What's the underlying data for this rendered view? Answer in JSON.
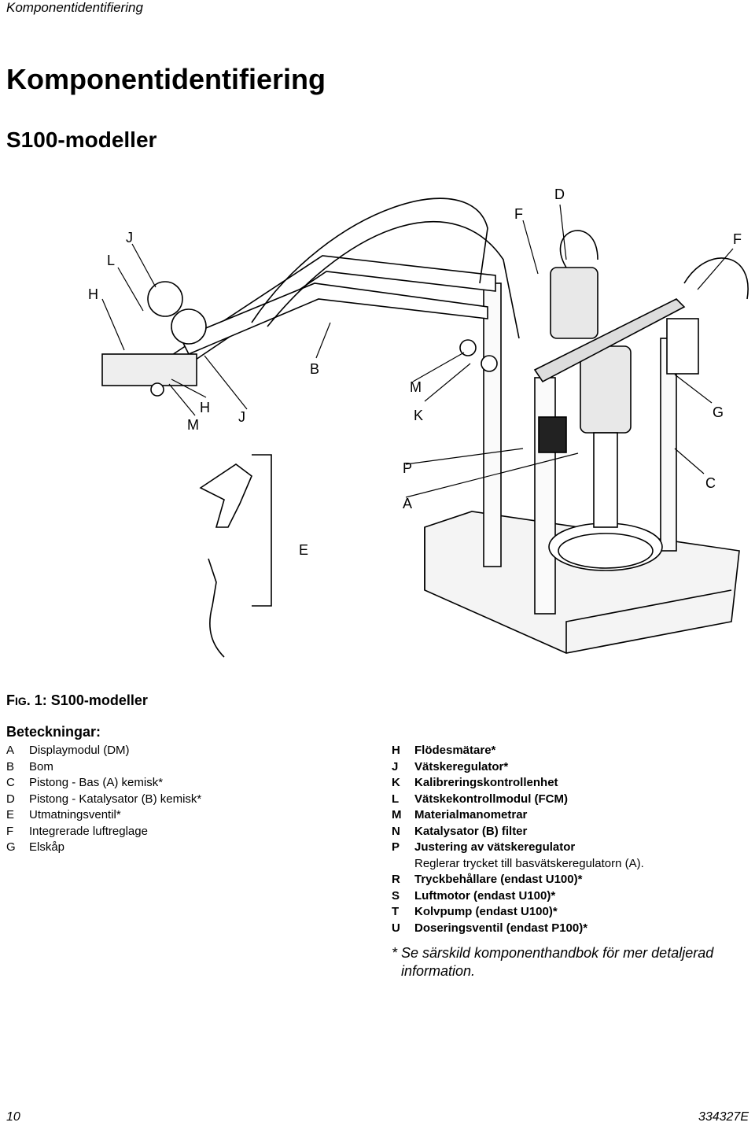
{
  "header": {
    "running_title": "Komponentidentifiering"
  },
  "title": "Komponentidentifiering",
  "subtitle": "S100-modeller",
  "figure": {
    "callouts": [
      "J",
      "L",
      "H",
      "F",
      "D",
      "F",
      "B",
      "M",
      "H",
      "M",
      "J",
      "K",
      "G",
      "P",
      "C",
      "A",
      "E"
    ],
    "caption_prefix": "F",
    "caption_smallcaps": "IG",
    "caption_rest": ". 1: S100-modeller"
  },
  "legend": {
    "heading": "Beteckningar:",
    "left": [
      {
        "key": "A",
        "text": "Displaymodul (DM)"
      },
      {
        "key": "B",
        "text": "Bom"
      },
      {
        "key": "C",
        "text": "Pistong - Bas (A) kemisk*"
      },
      {
        "key": "D",
        "text": "Pistong - Katalysator (B) kemisk*"
      },
      {
        "key": "E",
        "text": "Utmatningsventil*"
      },
      {
        "key": "F",
        "text": "Integrerade luftreglage"
      },
      {
        "key": "G",
        "text": "Elskåp"
      }
    ],
    "right": [
      {
        "key": "H",
        "text": "Flödesmätare*"
      },
      {
        "key": "J",
        "text": "Vätskeregulator*"
      },
      {
        "key": "K",
        "text": "Kalibreringskontrollenhet"
      },
      {
        "key": "L",
        "text": "Vätskekontrollmodul (FCM)"
      },
      {
        "key": "M",
        "text": "Materialmanometrar"
      },
      {
        "key": "N",
        "text": "Katalysator (B) filter"
      },
      {
        "key": "P",
        "text": "Justering av vätskeregulator"
      }
    ],
    "right_sub": "Reglerar trycket till basvätskeregulatorn (A).",
    "right2": [
      {
        "key": "R",
        "text": "Tryckbehållare (endast U100)*"
      },
      {
        "key": "S",
        "text": "Luftmotor (endast U100)*"
      },
      {
        "key": "T",
        "text": "Kolvpump (endast U100)*"
      },
      {
        "key": "U",
        "text": "Doseringsventil (endast P100)*"
      }
    ]
  },
  "note": {
    "line1": "* Se särskild komponenthandbok för mer detaljerad",
    "line2": "information."
  },
  "footer": {
    "page": "10",
    "doc_id": "334327E"
  }
}
